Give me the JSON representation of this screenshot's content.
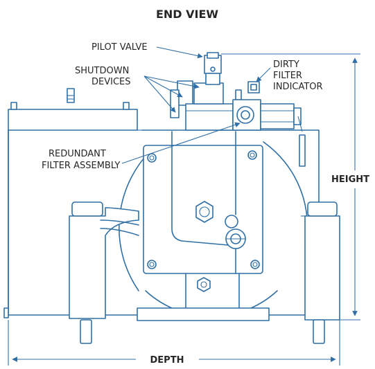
{
  "title": "END VIEW",
  "labels": {
    "pilot_valve": "PILOT VALVE",
    "shutdown_line1": "SHUTDOWN",
    "shutdown_line2": "DEVICES",
    "dirty_line1": "DIRTY",
    "dirty_line2": "FILTER",
    "dirty_line3": "INDICATOR",
    "redundant_line1": "REDUNDANT",
    "redundant_line2": "FILTER ASSEMBLY"
  },
  "dimensions": {
    "height": "HEIGHT",
    "depth": "DEPTH"
  },
  "colors": {
    "line": "#2f6fa6",
    "text": "#262626"
  }
}
